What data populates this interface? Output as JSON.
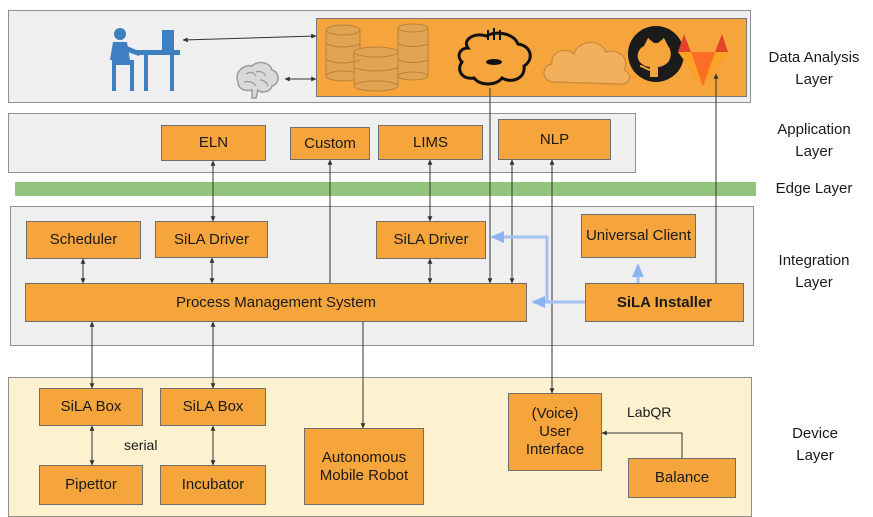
{
  "layers": {
    "data_analysis": "Data Analysis Layer",
    "application": "Application Layer",
    "edge": "Edge Layer",
    "integration": "Integration Layer",
    "device": "Device Layer"
  },
  "application": {
    "eln": "ELN",
    "custom": "Custom",
    "lims": "LIMS",
    "nlp": "NLP"
  },
  "integration": {
    "scheduler": "Scheduler",
    "sila_driver_left": "SiLA Driver",
    "sila_driver_right": "SiLA Driver",
    "universal_client": "Universal Client",
    "process_management": "Process Management System",
    "sila_installer": "SiLA Installer"
  },
  "device": {
    "sila_box_1": "SiLA Box",
    "sila_box_2": "SiLA Box",
    "serial": "serial",
    "pipettor": "Pipettor",
    "incubator": "Incubator",
    "amr": "Autonomous Mobile Robot",
    "voice_ui": "(Voice) User Interface",
    "labqr": "LabQR",
    "balance": "Balance"
  },
  "icons": [
    "user-at-desk-icon",
    "brain-icon",
    "database-icon",
    "python-icon",
    "cloud-icon",
    "github-icon",
    "gitlab-icon"
  ],
  "colors": {
    "box_fill": "#f6a53c",
    "layer_gray": "#efefef",
    "device_layer": "#fdf1cf",
    "edge_bar": "#92c47d",
    "blue_arrow": "#a4c2f4",
    "icon_blue": "#3d7fc1"
  }
}
